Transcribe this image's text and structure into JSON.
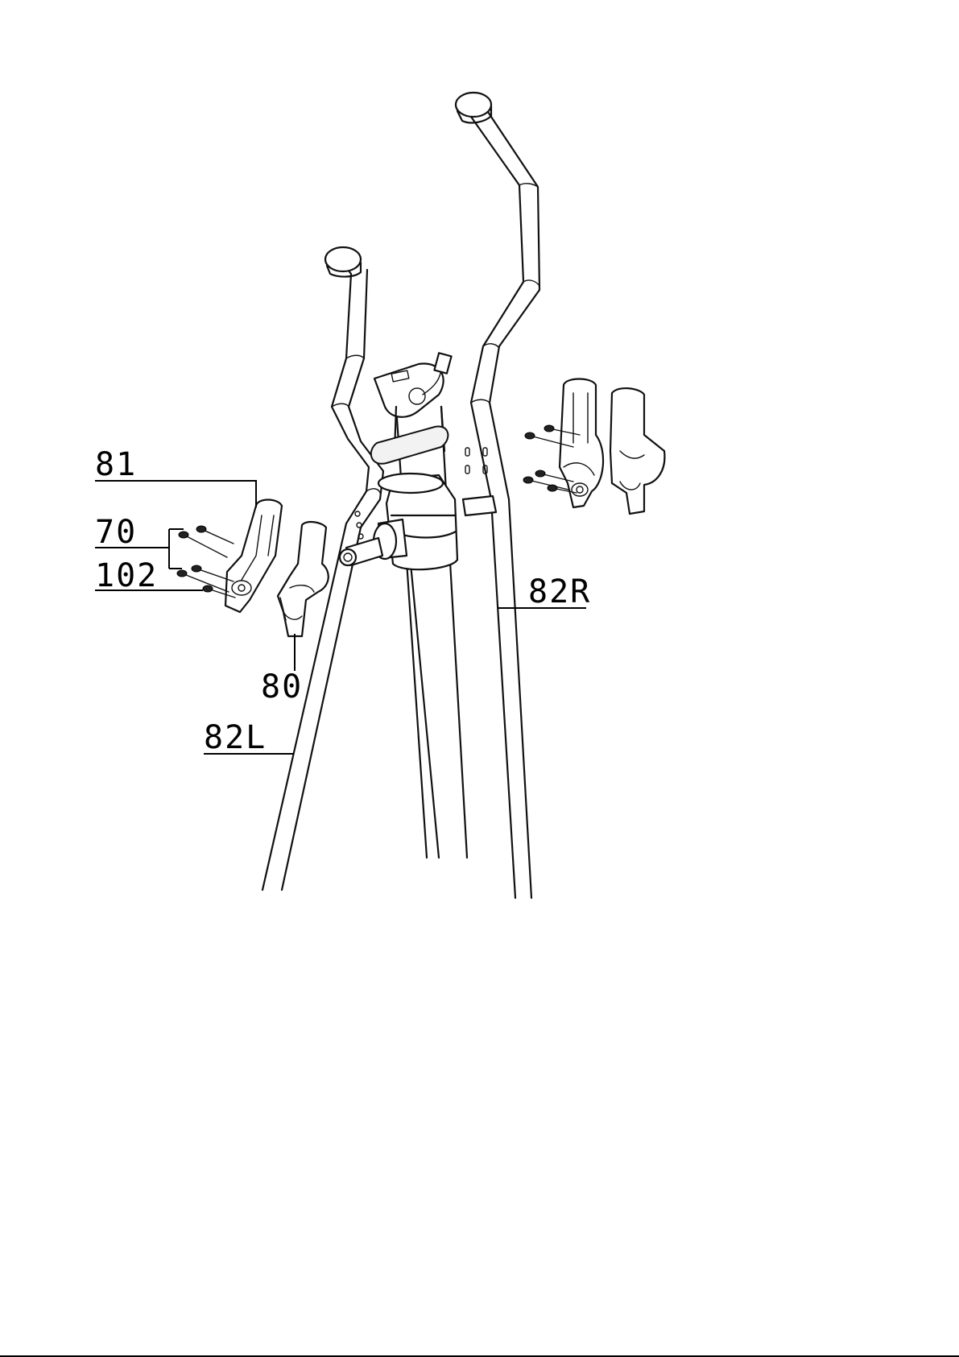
{
  "labels": {
    "l81": "81",
    "l70": "70",
    "l102": "102",
    "l80": "80",
    "l82L": "82L",
    "l82R": "82R"
  },
  "colors": {
    "line": "#111111",
    "background": "#ffffff"
  }
}
